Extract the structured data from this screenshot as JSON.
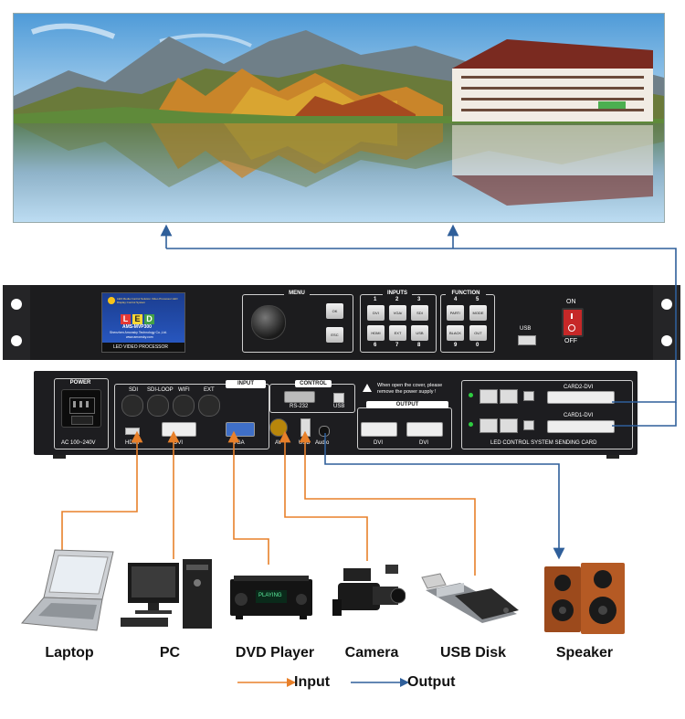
{
  "front_panel": {
    "display": {
      "brand": "LED",
      "model": "AMS-MVP300",
      "company": "Shenzhen Amonsky Technology Co.,Ltd.",
      "website": "www.amonsky.com",
      "small_text": "LED Media Control Solution Video Processor LED Display Control System",
      "caption": "LED VIDEO PROCESSOR"
    },
    "menu_label": "MENU",
    "menu_buttons": [
      "OK",
      "ESC"
    ],
    "inputs_label": "INPUTS",
    "inputs_buttons": [
      {
        "num": "1",
        "label": "DVI"
      },
      {
        "num": "2",
        "label": "VGA/ AUTO"
      },
      {
        "num": "3",
        "label": "SDI"
      },
      {
        "num": "6",
        "label": "HDMI"
      },
      {
        "num": "7",
        "label": "EXT"
      },
      {
        "num": "8",
        "label": "USB"
      }
    ],
    "function_label": "FUNCTION",
    "function_buttons": [
      {
        "num": "4",
        "label": "PART/ FULL"
      },
      {
        "num": "5",
        "label": "MODE"
      },
      {
        "num": "9",
        "label": "BLACK"
      },
      {
        "num": "0",
        "label": "OUT"
      }
    ],
    "usb_label": "USB",
    "power_on": "ON",
    "power_off": "OFF"
  },
  "rear_panel": {
    "power_label": "POWER",
    "ac_label": "AC 100~240V",
    "input_label": "INPUT",
    "input_top_ports": [
      "SDI",
      "SDI-LOOP",
      "WIFI",
      "EXT"
    ],
    "hdmi_label": "HDMI",
    "dvi_label": "DVI",
    "vga_label": "VGA",
    "av_label": "AV",
    "usb_label": "USB",
    "audio_label": "Audio",
    "control_label": "CONTROL",
    "rs232_label": "RS-232",
    "control_usb_label": "USB",
    "warning_text": "When open the cover, please remove the power supply !",
    "output_label": "OUTPUT",
    "output_ports": [
      "DVI",
      "DVI"
    ],
    "card2": "CARD2-DVI",
    "card1": "CARD1-DVI",
    "sending_card": "LED CONTROL SYSTEM SENDING CARD"
  },
  "devices": {
    "laptop": "Laptop",
    "pc": "PC",
    "dvd": "DVD Player",
    "camera": "Camera",
    "usb_disk": "USB Disk",
    "speaker": "Speaker",
    "dvd_display": "PLAYING"
  },
  "legend": {
    "input": "Input",
    "output": "Output"
  },
  "colors": {
    "input_line": "#e8802a",
    "output_line": "#2f5f9a"
  }
}
